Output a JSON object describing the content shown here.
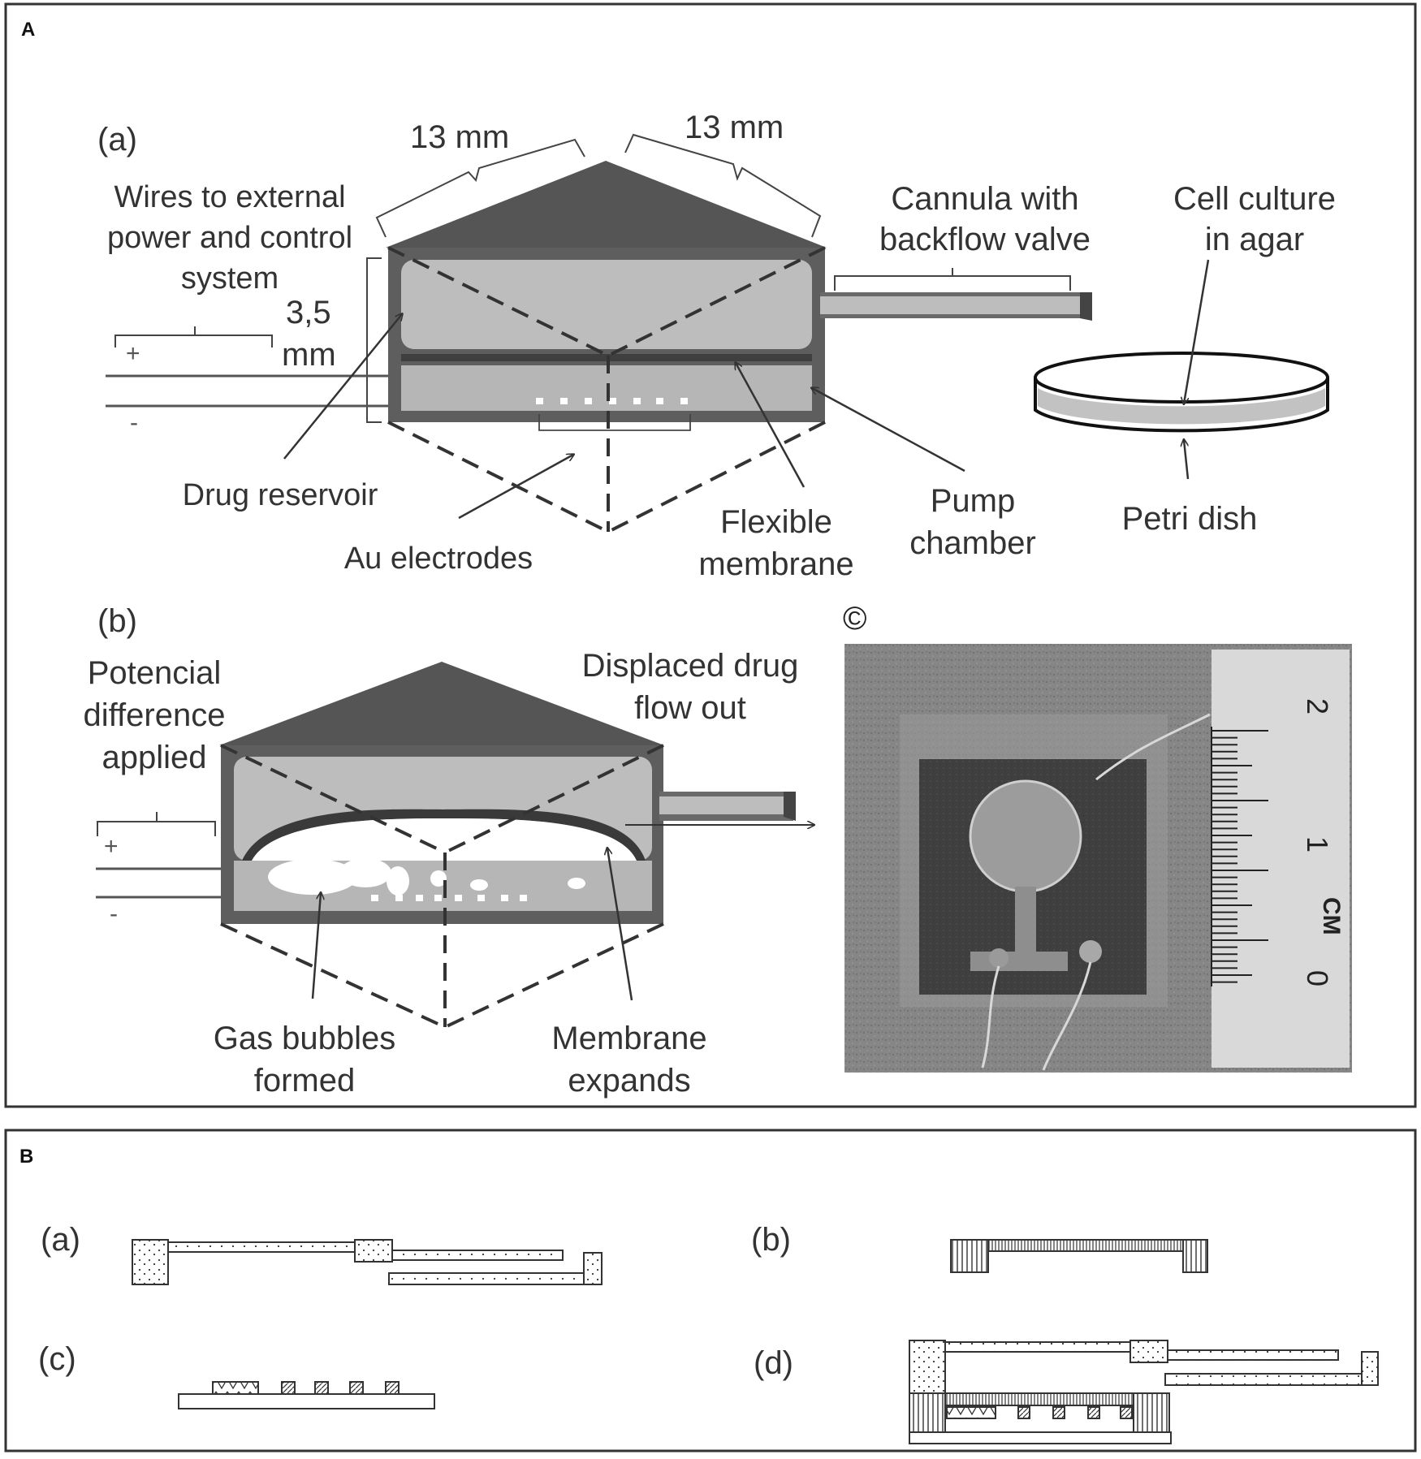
{
  "panel_a": {
    "letter": "A",
    "sub_a": {
      "label": "(a)",
      "dim_left": "13 mm",
      "dim_right": "13 mm",
      "dim_height_line1": "3,5",
      "dim_height_line2": "mm",
      "wires_line1": "Wires to external",
      "wires_line2": "power and control",
      "wires_line3": "system",
      "plus": "+",
      "minus": "-",
      "cannula_line1": "Cannula with",
      "cannula_line2": "backflow valve",
      "culture_line1": "Cell culture",
      "culture_line2": "in agar",
      "drug_reservoir": "Drug reservoir",
      "au_electrodes": "Au electrodes",
      "membrane_line1": "Flexible",
      "membrane_line2": "membrane",
      "pump_line1": "Pump",
      "pump_line2": "chamber",
      "petri_dish": "Petri dish"
    },
    "sub_b": {
      "label": "(b)",
      "potential_line1": "Potencial",
      "potential_line2": "difference",
      "potential_line3": "applied",
      "displaced_line1": "Displaced drug",
      "displaced_line2": "flow out",
      "plus": "+",
      "minus": "-",
      "gas_line1": "Gas bubbles",
      "gas_line2": "formed",
      "expands_line1": "Membrane",
      "expands_line2": "expands"
    },
    "sub_c": {
      "label": "©",
      "ruler_numbers": [
        "2",
        "1",
        "0"
      ],
      "ruler_unit": "CM"
    }
  },
  "panel_b": {
    "letter": "B",
    "labels": [
      "(a)",
      "(b)",
      "(c)",
      "(d)"
    ]
  },
  "colors": {
    "device_fill": "#b8b8b8",
    "device_border": "#5a5a5a",
    "roof": "#555555",
    "agar": "#c9c9c9",
    "photo_bg": "#8d8d8d"
  }
}
